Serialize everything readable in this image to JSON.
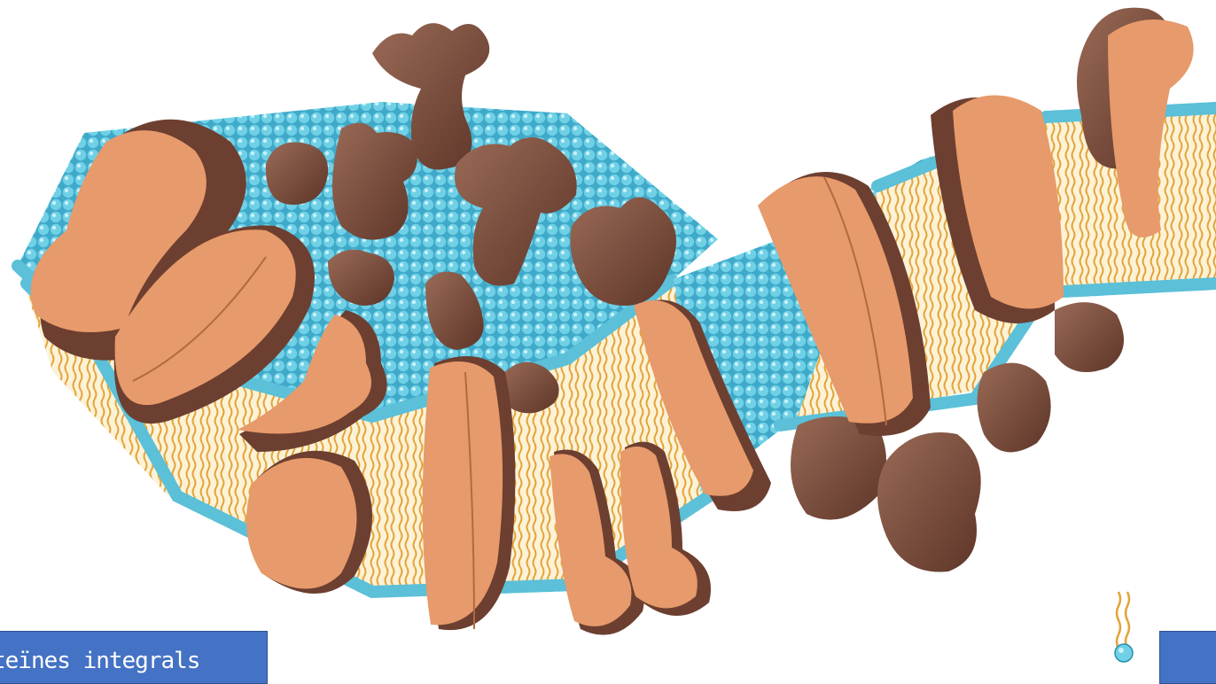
{
  "labels": {
    "integral_proteins": "teïnes integrals",
    "right_box": ""
  },
  "colors": {
    "lipid_head": "#5bc0d8",
    "lipid_head_dark": "#2a8fb0",
    "lipid_tail": "#e8b24a",
    "bilayer_core": "#fdf2d6",
    "protein_cut_face": "#e79a6b",
    "protein_surface": "#7a4a3a",
    "label_box": "#4472c4",
    "label_text": "#ffffff"
  },
  "diagram": {
    "type": "fluid-mosaic-membrane",
    "components": [
      "phospholipid-bilayer",
      "integral-proteins",
      "peripheral-proteins",
      "phospholipid-key"
    ]
  }
}
